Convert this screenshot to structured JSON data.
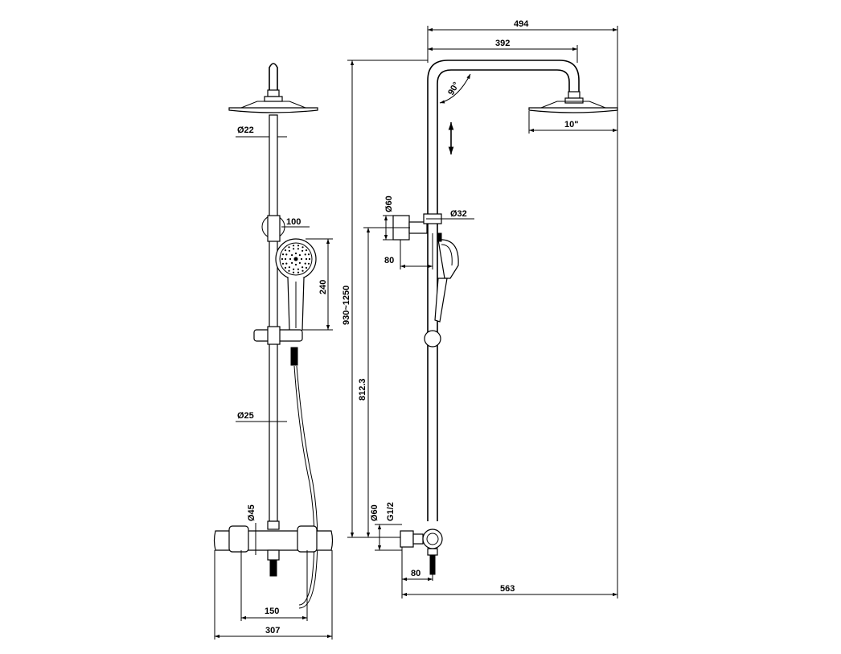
{
  "front_view": {
    "labels": {
      "pipe_top_diameter": "Ø22",
      "holder_size": "100",
      "handshower_length": "240",
      "pipe_diameter": "Ø25",
      "mixer_diameter": "Ø45",
      "center_distance": "150",
      "mixer_width": "307"
    }
  },
  "side_view": {
    "labels": {
      "total_width": "494",
      "arm_length": "392",
      "angle": "90°",
      "head_size": "10\"",
      "holder_diameter": "Ø60",
      "pipe_diameter": "Ø32",
      "holder_offset": "80",
      "height_range": "930~1250",
      "height": "812.3",
      "inlet_diameter": "Ø60",
      "inlet_thread": "G1/2",
      "inlet_offset": "80",
      "base_width": "563"
    }
  }
}
